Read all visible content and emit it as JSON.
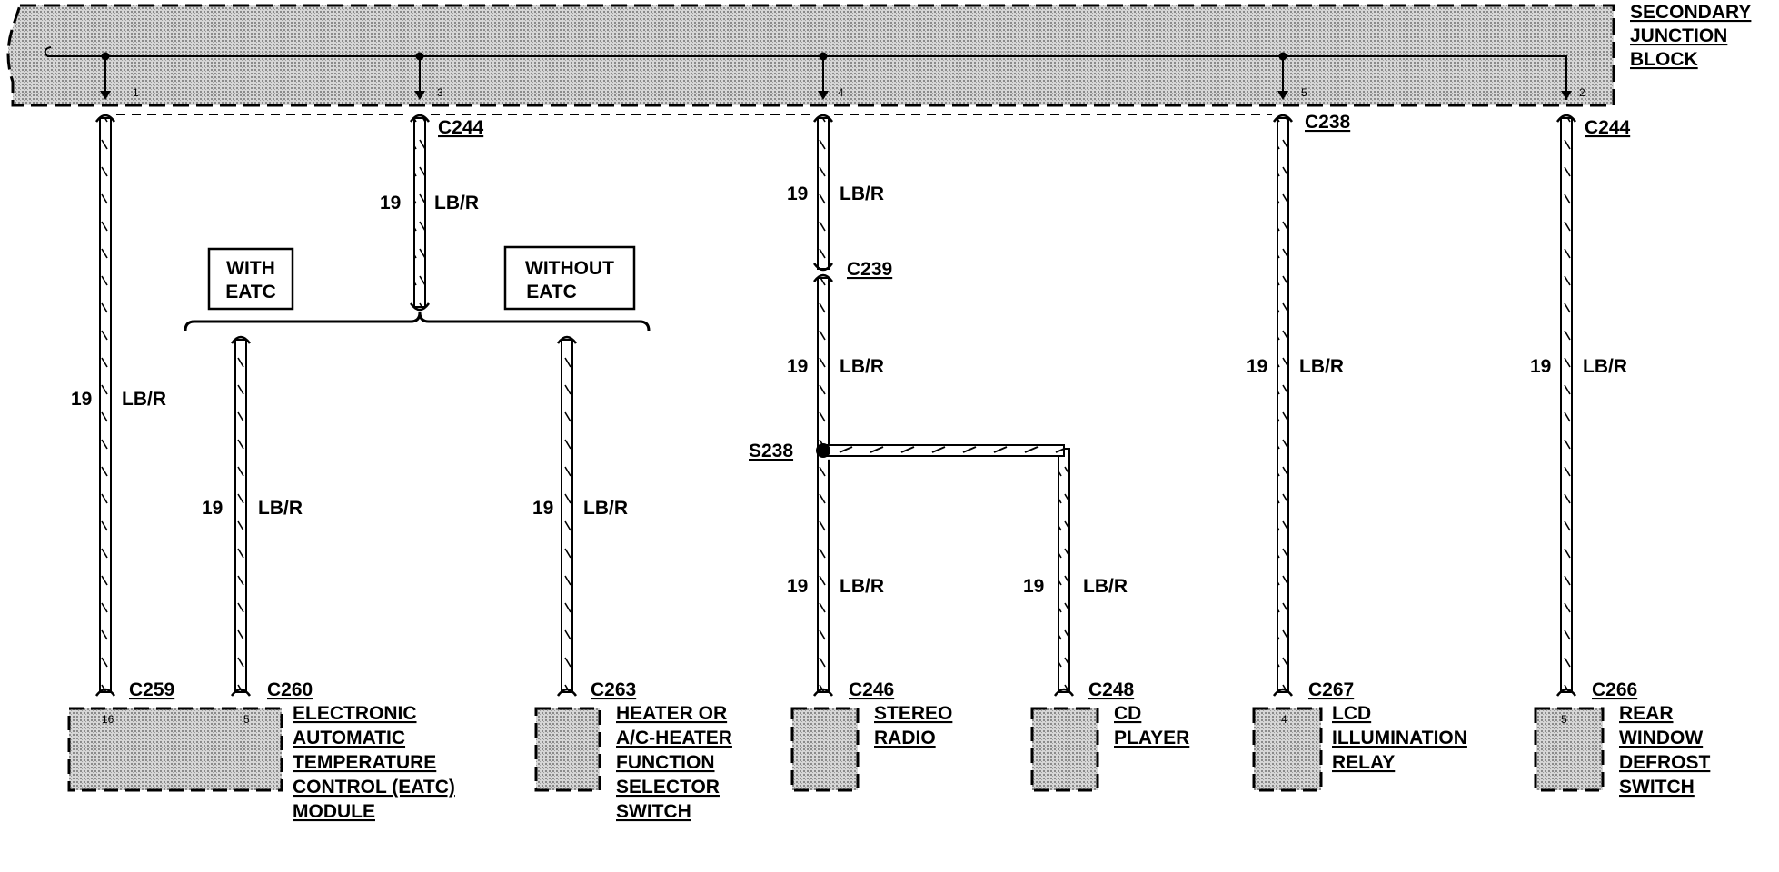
{
  "junction_block": {
    "label_lines": [
      "SECONDARY",
      "JUNCTION",
      "BLOCK"
    ],
    "pins": [
      "1",
      "3",
      "4",
      "5",
      "2"
    ]
  },
  "top_connectors": [
    "C244",
    "C238",
    "C244"
  ],
  "wire": {
    "gauge": "19",
    "color": "LB/R"
  },
  "options": {
    "with": [
      "WITH",
      "EATC"
    ],
    "without": [
      "WITHOUT",
      "EATC"
    ]
  },
  "inline_connector": "C239",
  "splice": "S238",
  "components": [
    {
      "connector": "C259",
      "pin": "16",
      "label_lines": [
        "ELECTRONIC",
        "AUTOMATIC",
        "TEMPERATURE",
        "CONTROL (EATC)",
        "MODULE"
      ]
    },
    {
      "connector": "C260",
      "pin": "5"
    },
    {
      "connector": "C263",
      "pin": "",
      "label_lines": [
        "HEATER OR",
        "A/C-HEATER",
        "FUNCTION",
        "SELECTOR",
        "SWITCH"
      ]
    },
    {
      "connector": "C246",
      "pin": "",
      "label_lines": [
        "STEREO",
        "RADIO"
      ]
    },
    {
      "connector": "C248",
      "pin": "",
      "label_lines": [
        "CD",
        "PLAYER"
      ]
    },
    {
      "connector": "C267",
      "pin": "4",
      "label_lines": [
        "LCD",
        "ILLUMINATION",
        "RELAY"
      ]
    },
    {
      "connector": "C266",
      "pin": "5",
      "label_lines": [
        "REAR",
        "WINDOW",
        "DEFROST",
        "SWITCH"
      ]
    }
  ],
  "colors": {
    "ink": "#000000",
    "fill": "#bdbdbd",
    "background": "#ffffff"
  }
}
